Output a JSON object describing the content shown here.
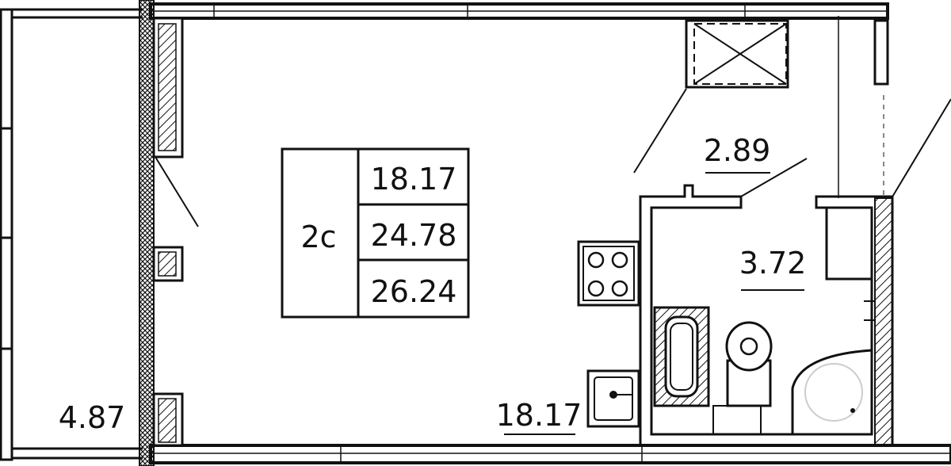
{
  "plan": {
    "apartment_type": "2с",
    "areas": {
      "living_area": "18.17",
      "total_area": "24.78",
      "total_with_balcony": "26.24"
    },
    "rooms": {
      "main_room_area": "18.17",
      "hallway_area": "2.89",
      "bathroom_area": "3.72",
      "balcony_area": "4.87"
    }
  }
}
